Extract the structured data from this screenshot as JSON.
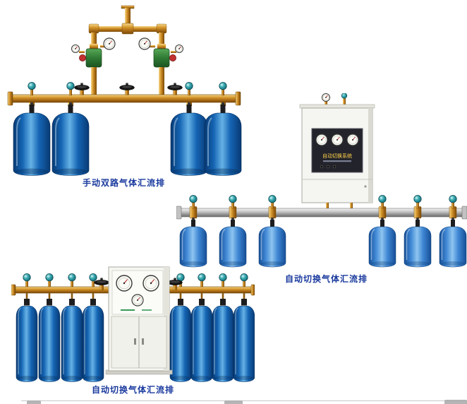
{
  "figures": [
    {
      "caption": "手动双路气体汇流排"
    },
    {
      "caption": "自动切换气体汇流排",
      "cabinet_panel_title": "自动切换系统"
    },
    {
      "caption": "自动切换气体汇流排"
    }
  ],
  "colors": {
    "caption_text": "#1a3a9e",
    "cylinder_blue": "#1565b4",
    "cylinder_blue_light": "#3f87d4",
    "brass": "#c8882a",
    "valve_teal": "#1f8a96",
    "cabinet_body": "#f5f5f1",
    "panel_dark": "#23232b",
    "pipe_silver": "#b8b8b8",
    "panel_title_text": "#ffd24a"
  }
}
